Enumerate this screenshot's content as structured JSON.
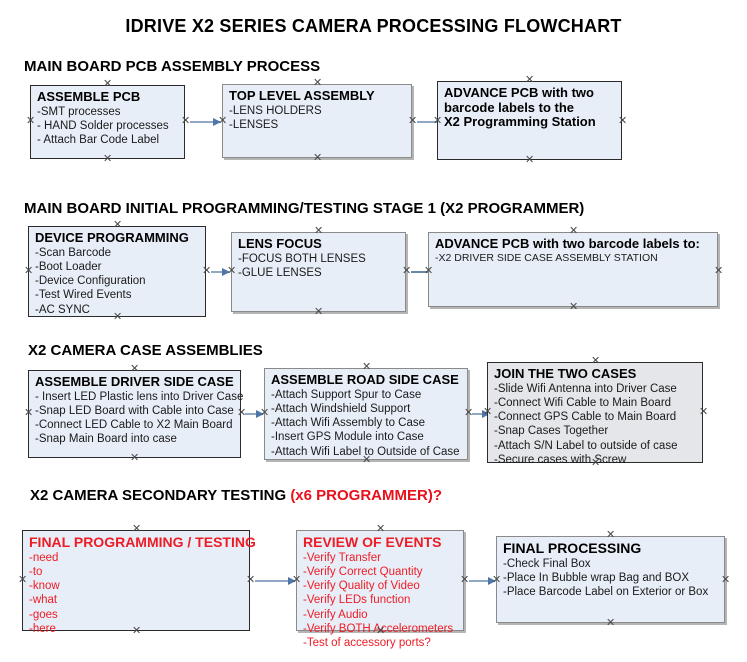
{
  "document": {
    "title": "IDRIVE X2  SERIES CAMERA PROCESSING FLOWCHART"
  },
  "sections": [
    {
      "heading": "MAIN BOARD PCB ASSEMBLY PROCESS",
      "heading_alt": "",
      "boxes": [
        {
          "title": "ASSEMBLE PCB",
          "lines": [
            "-SMT processes",
            "- HAND Solder processes",
            "- Attach Bar Code Label"
          ]
        },
        {
          "title": "TOP LEVEL ASSEMBLY",
          "lines": [
            "-LENS HOLDERS",
            "-LENSES"
          ]
        },
        {
          "title_lines": [
            "ADVANCE PCB with two",
            "barcode labels to the",
            " X2 Programming Station"
          ],
          "lines": []
        }
      ]
    },
    {
      "heading": "MAIN BOARD INITIAL PROGRAMMING/TESTING STAGE 1 (X2 PROGRAMMER)",
      "heading_alt": "",
      "boxes": [
        {
          "title": "DEVICE PROGRAMMING",
          "lines": [
            "-Scan Barcode",
            "-Boot Loader",
            "-Device Configuration",
            "-Test Wired Events",
            "-AC SYNC"
          ]
        },
        {
          "title": "LENS FOCUS",
          "lines": [
            "-FOCUS BOTH LENSES",
            "-GLUE LENSES"
          ]
        },
        {
          "title": "ADVANCE PCB with two barcode labels to:",
          "lines": [
            "-X2 DRIVER  SIDE  CASE  ASSEMBLY STATION"
          ]
        }
      ]
    },
    {
      "heading": "X2 CAMERA CASE ASSEMBLIES",
      "heading_alt": "",
      "boxes": [
        {
          "title": "ASSEMBLE DRIVER SIDE CASE",
          "lines": [
            "- Insert LED Plastic lens into Driver Case",
            "-Snap LED Board with Cable into Case",
            "-Connect LED Cable to X2 Main Board",
            "-Snap Main Board into case"
          ]
        },
        {
          "title": "ASSEMBLE ROAD SIDE CASE",
          "lines": [
            "-Attach Support Spur to Case",
            "-Attach Windshield Support",
            "-Attach Wifi Assembly to Case",
            "-Insert GPS Module into Case",
            "-Attach Wifi Label to Outside of Case"
          ]
        },
        {
          "title": "JOIN THE TWO CASES",
          "lines": [
            "-Slide Wifi Antenna into Driver Case",
            "-Connect Wifi Cable to Main Board",
            "-Connect GPS Cable to Main Board",
            "-Snap Cases Together",
            "-Attach S/N Label to outside of case",
            "-Secure cases with Screw"
          ]
        }
      ]
    },
    {
      "heading": "X2 CAMERA SECONDARY TESTING ",
      "heading_alt": "(x6 PROGRAMMER)?",
      "boxes": [
        {
          "title": "FINAL PROGRAMMING / TESTING",
          "lines": [
            "-need",
            "-to",
            "-know",
            "-what",
            "-goes",
            "-here"
          ]
        },
        {
          "title": "REVIEW OF EVENTS",
          "lines": [
            "-Verify Transfer",
            "-Verify Correct Quantity",
            "-Verify Quality of Video",
            "-Verify LEDs function",
            "-Verify Audio",
            "-Verify BOTH Accelerometers",
            "-Test of accessory ports?"
          ]
        },
        {
          "title": "FINAL PROCESSING",
          "lines": [
            " -Check Final Box",
            "-Place In Bubble wrap Bag and BOX",
            "-Place Barcode Label on Exterior or Box"
          ]
        }
      ]
    }
  ],
  "colors": {
    "box_fill": "#e8eef8",
    "box_fill_gray": "#e4e6ea",
    "box_border": "#2b2b2b",
    "box_border_gray": "#8a8a8a",
    "arrow": "#8fa9c4",
    "arrow_head": "#4f76a8",
    "text": "#000000",
    "text_red": "#ee1c25"
  }
}
